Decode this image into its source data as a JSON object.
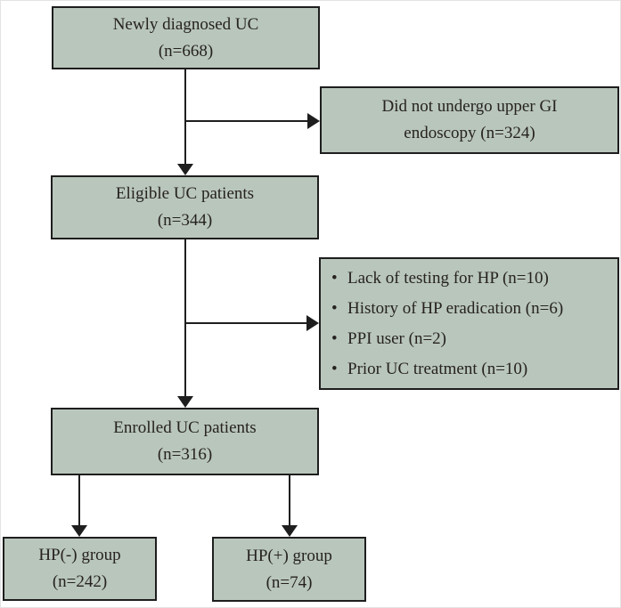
{
  "boxes": {
    "newly_diagnosed": {
      "line1": "Newly diagnosed UC",
      "line2": "(n=668)"
    },
    "no_endoscopy": {
      "line1": "Did not undergo upper GI",
      "line2": "endoscopy (n=324)"
    },
    "eligible": {
      "line1": "Eligible UC patients",
      "line2": "(n=344)"
    },
    "exclusions": {
      "bullet": "•",
      "items": [
        "Lack of testing for HP (n=10)",
        "History of HP eradication (n=6)",
        "PPI user (n=2)",
        "Prior UC treatment (n=10)"
      ]
    },
    "enrolled": {
      "line1": "Enrolled UC patients",
      "line2": "(n=316)"
    },
    "hp_negative": {
      "line1": "HP(-) group",
      "line2": "(n=242)"
    },
    "hp_positive": {
      "line1": "HP(+) group",
      "line2": "(n=74)"
    }
  },
  "colors": {
    "box_fill": "#b9c6bc",
    "box_border": "#1e1e1e",
    "line": "#1e1e1e",
    "text": "#262220",
    "background": "#ffffff"
  }
}
